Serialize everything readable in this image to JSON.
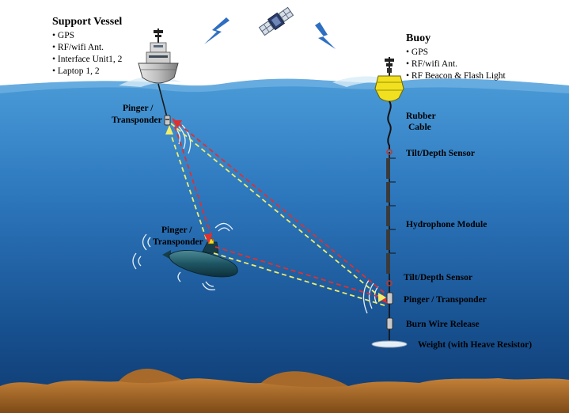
{
  "vessel": {
    "title": "Support Vessel",
    "items": [
      "• GPS",
      "• RF/wifi Ant.",
      "• Interface Unit1, 2",
      "• Laptop 1, 2"
    ]
  },
  "buoy": {
    "title": "Buoy",
    "items": [
      "• GPS",
      "• RF/wifi Ant.",
      "• RF Beacon & Flash Light"
    ]
  },
  "labels": {
    "pinger_vessel_1": "Pinger /",
    "pinger_vessel_2": "Transponder",
    "pinger_sub_1": "Pinger /",
    "pinger_sub_2": "Transponder",
    "rubber_1": "Rubber",
    "rubber_2": "Cable",
    "tilt_top": "Tilt/Depth Sensor",
    "hydrophone": "Hydrophone Module",
    "tilt_bottom": "Tilt/Depth Sensor",
    "pinger_mooring": "Pinger / Transponder",
    "burn_wire": "Burn Wire Release",
    "weight": "Weight (with Heave Resistor)"
  },
  "colors": {
    "sea_surface": "#3f8fd0",
    "sea_deep": "#0f3f7a",
    "seabed": "#b06f2c",
    "buoy": "#f0e020",
    "path_red": "#e03030",
    "path_yellow": "#f2ee6a",
    "submarine": "#1b4a58"
  }
}
